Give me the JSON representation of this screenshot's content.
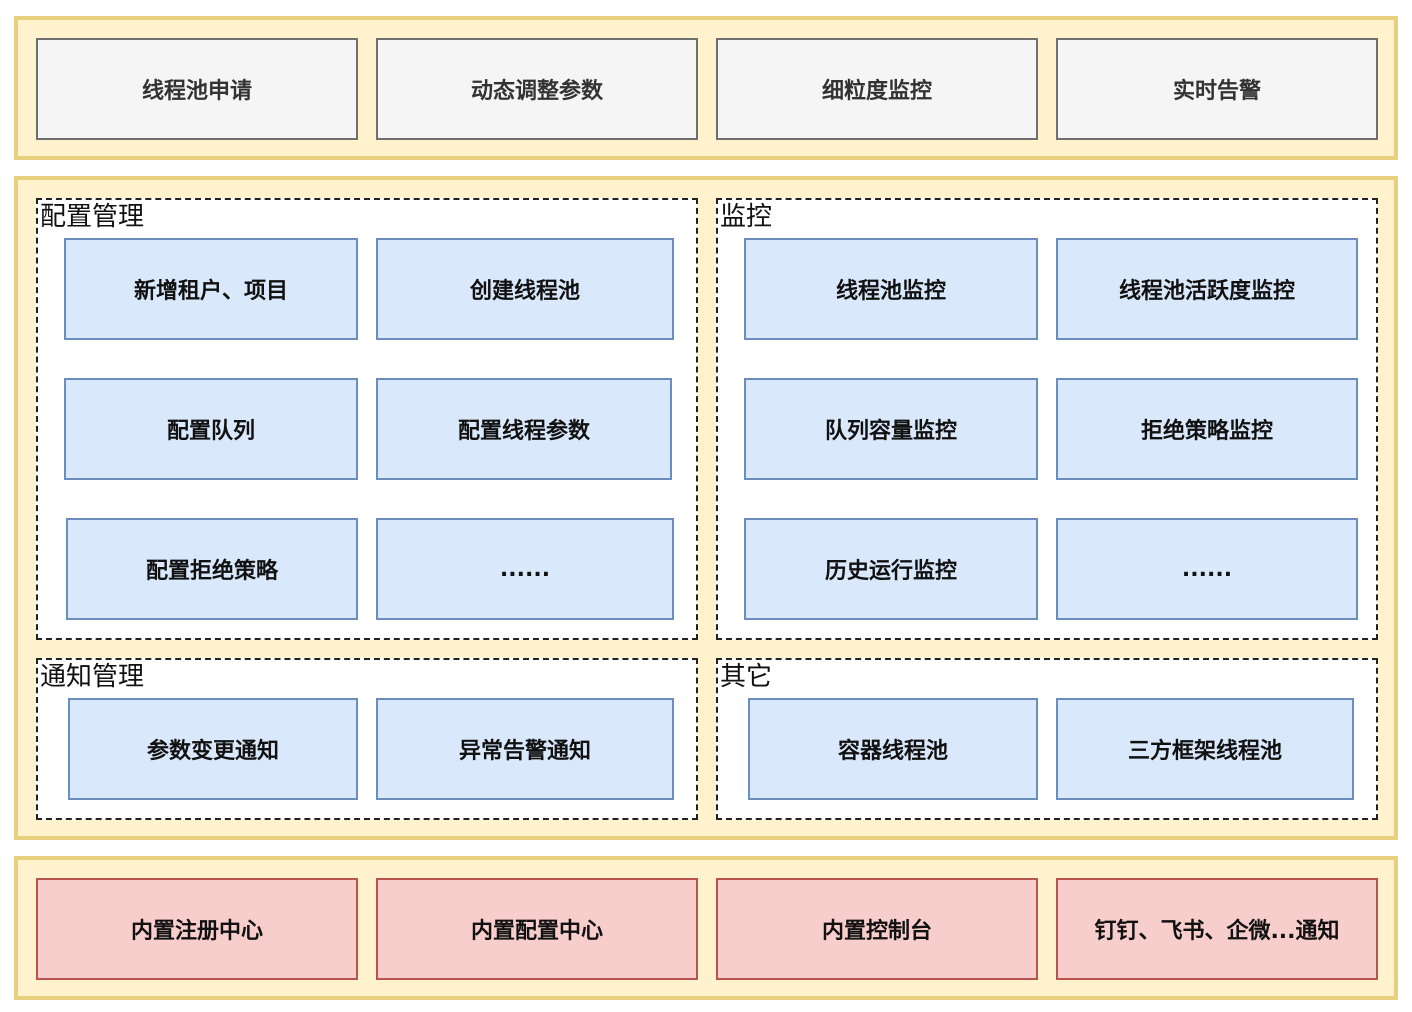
{
  "colors": {
    "layer_fill": "#fff2cc",
    "layer_border": "#e8cf7e",
    "grey_box_fill": "#f5f5f5",
    "blue_box_fill": "#dae8fc",
    "blue_box_border": "#6c8ebf",
    "red_box_fill": "#f8cecc",
    "red_box_border": "#b85450"
  },
  "top_layer": {
    "items": [
      "线程池申请",
      "动态调整参数",
      "细粒度监控",
      "实时告警"
    ]
  },
  "middle_layer": {
    "config": {
      "title": "配置管理",
      "items": [
        "新增租户、项目",
        "创建线程池",
        "配置队列",
        "配置线程参数",
        "配置拒绝策略",
        "......"
      ]
    },
    "monitor": {
      "title": "监控",
      "items": [
        "线程池监控",
        "线程池活跃度监控",
        "队列容量监控",
        "拒绝策略监控",
        "历史运行监控",
        "......"
      ]
    },
    "notify": {
      "title": "通知管理",
      "items": [
        "参数变更通知",
        "异常告警通知"
      ]
    },
    "other": {
      "title": "其它",
      "items": [
        "容器线程池",
        "三方框架线程池"
      ]
    }
  },
  "bottom_layer": {
    "items": [
      "内置注册中心",
      "内置配置中心",
      "内置控制台",
      "钉钉、飞书、企微...通知"
    ]
  }
}
